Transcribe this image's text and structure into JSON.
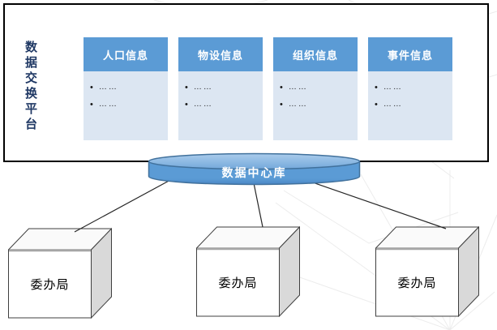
{
  "platform": {
    "label": "数据交换平台",
    "label_color": "#1F3864",
    "card_header_color": "#5B9BD5",
    "card_body_color": "#DCE6F2",
    "bullet": "•",
    "cards": [
      {
        "title": "人口信息",
        "items": [
          "……",
          "……"
        ]
      },
      {
        "title": "物设信息",
        "items": [
          "……",
          "……"
        ]
      },
      {
        "title": "组织信息",
        "items": [
          "……",
          "……"
        ]
      },
      {
        "title": "事件信息",
        "items": [
          "……",
          "……"
        ]
      }
    ]
  },
  "database": {
    "label": "数据中心库",
    "fill": "#5B9BD5",
    "stroke": "#41719C"
  },
  "agencies": [
    {
      "label": "委办局"
    },
    {
      "label": "委办局"
    },
    {
      "label": "委办局"
    }
  ],
  "connector_color": "#262626"
}
